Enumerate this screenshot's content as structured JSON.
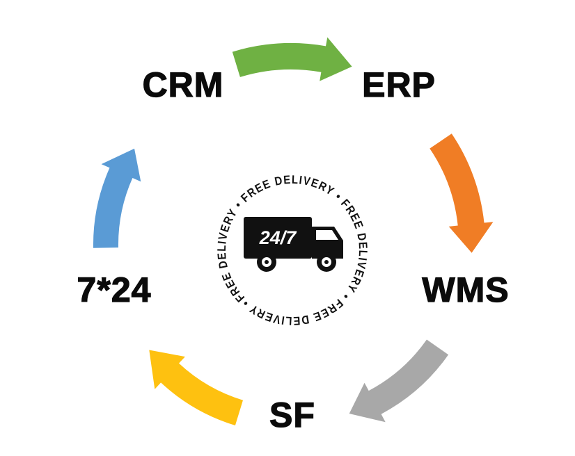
{
  "diagram": {
    "type": "cycle",
    "nodes": [
      {
        "id": "crm",
        "label": "CRM"
      },
      {
        "id": "erp",
        "label": "ERP"
      },
      {
        "id": "wms",
        "label": "WMS"
      },
      {
        "id": "sf",
        "label": "SF"
      },
      {
        "id": "seven24",
        "label": "7*24"
      }
    ],
    "arrows": [
      {
        "from": "CRM",
        "to": "ERP",
        "color": "#6fb143"
      },
      {
        "from": "ERP",
        "to": "WMS",
        "color": "#f07d25"
      },
      {
        "from": "WMS",
        "to": "SF",
        "color": "#a8a8a8"
      },
      {
        "from": "SF",
        "to": "7*24",
        "color": "#fec110"
      },
      {
        "from": "7*24",
        "to": "CRM",
        "color": "#5a9bd5"
      }
    ],
    "badge": {
      "ring_text": "FREE DELIVERY • FREE DELIVERY • FREE DELIVERY • FREE DELIVERY • ",
      "truck_label": "24/7",
      "ink_color": "#111111"
    }
  }
}
